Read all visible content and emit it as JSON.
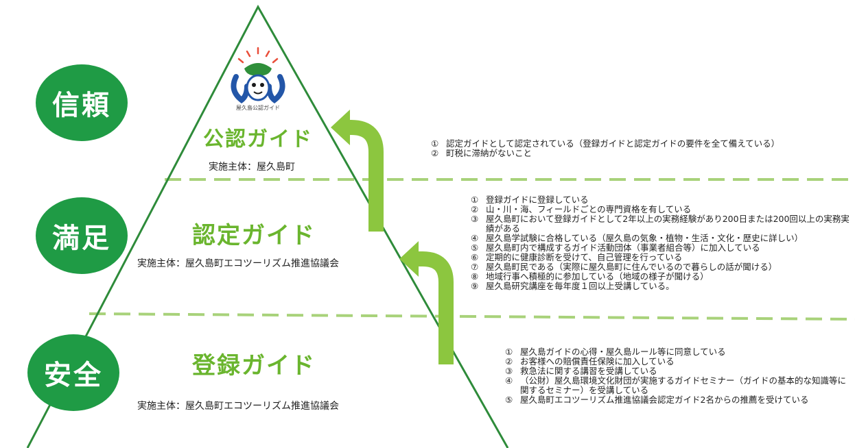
{
  "circles": [
    {
      "label": "信頼"
    },
    {
      "label": "満足"
    },
    {
      "label": "安全"
    }
  ],
  "logo": {
    "caption": "屋久島公認ガイド"
  },
  "tiers": [
    {
      "title": "公認ガイド",
      "org": "実施主体：屋久島町",
      "requirements": [
        {
          "num": "①",
          "text": "認定ガイドとして認定されている（登録ガイドと認定ガイドの要件を全て備えている）"
        },
        {
          "num": "②",
          "text": "町税に滞納がないこと"
        }
      ]
    },
    {
      "title": "認定ガイド",
      "org": "実施主体：屋久島町エコツーリズム推進協議会",
      "requirements": [
        {
          "num": "①",
          "text": "登録ガイドに登録している"
        },
        {
          "num": "②",
          "text": "山・川・海、フィールドごとの専門資格を有している"
        },
        {
          "num": "③",
          "text": "屋久島町において登録ガイドとして2年以上の実務経験があり200日または200回以上の実務実績がある"
        },
        {
          "num": "④",
          "text": "屋久島学試験に合格している（屋久島の気象・植物・生活・文化・歴史に詳しい）"
        },
        {
          "num": "⑤",
          "text": "屋久島町内で構成するガイド活動団体（事業者組合等）に加入している"
        },
        {
          "num": "⑥",
          "text": "定期的に健康診断を受けて、自己管理を行っている"
        },
        {
          "num": "⑦",
          "text": "屋久島町民である（実際に屋久島町に住んでいるので暮らしの話が聞ける）"
        },
        {
          "num": "⑧",
          "text": "地域行事へ積極的に参加している（地域の様子が聞ける）"
        },
        {
          "num": "⑨",
          "text": "屋久島研究講座を毎年度１回以上受講している。"
        }
      ]
    },
    {
      "title": "登録ガイド",
      "org": "実施主体：屋久島町エコツーリズム推進協議会",
      "requirements": [
        {
          "num": "①",
          "text": "屋久島ガイドの心得・屋久島ルール等に同意している"
        },
        {
          "num": "②",
          "text": "お客様への賠償責任保険に加入している"
        },
        {
          "num": "③",
          "text": "救急法に関する講習を受講している"
        },
        {
          "num": "④",
          "text": "（公財）屋久島環境文化財団が実施するガイドセミナー（ガイドの基本的な知識等に関するセミナー）を受講している"
        },
        {
          "num": "⑤",
          "text": "屋久島町エコツーリズム推進協議会認定ガイド2名からの推薦を受けている"
        }
      ]
    }
  ],
  "colors": {
    "circle": "#1f9b45",
    "title": "#6ab52e",
    "arrow": "#8cc63f",
    "dash": "#a8d27a",
    "triangle": "#2e8b3a"
  }
}
